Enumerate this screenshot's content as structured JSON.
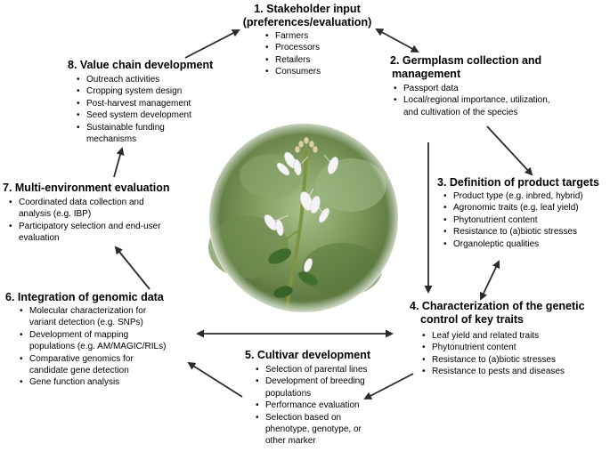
{
  "steps": [
    {
      "title_lines": [
        "1. Stakeholder input",
        "(preferences/evaluation)"
      ],
      "items": [
        "Farmers",
        "Processors",
        "Retailers",
        "Consumers"
      ]
    },
    {
      "title_lines": [
        "2. Germplasm collection and",
        "management"
      ],
      "items": [
        "Passport data",
        "Local/regional importance, utilization, and cultivation of the species"
      ]
    },
    {
      "title_lines": [
        "3. Definition of product targets"
      ],
      "items": [
        "Product type (e.g. inbred, hybrid)",
        "Agronomic traits (e.g. leaf yield)",
        "Phytonutrient content",
        "Resistance to (a)biotic stresses",
        "Organoleptic qualities"
      ]
    },
    {
      "title_lines": [
        "4. Characterization of the genetic",
        "control of key traits"
      ],
      "items": [
        "Leaf yield and related traits",
        "Phytonutrient content",
        "Resistance to (a)biotic stresses",
        "Resistance to pests and diseases"
      ]
    },
    {
      "title_lines": [
        "5. Cultivar development"
      ],
      "items": [
        "Selection of parental lines",
        "Development of breeding populations",
        "Performance evaluation",
        "Selection based on phenotype, genotype, or other marker"
      ]
    },
    {
      "title_lines": [
        "6. Integration of genomic data"
      ],
      "items": [
        "Molecular characterization for variant detection (e.g. SNPs)",
        "Development of mapping populations (e.g. AM/MAGIC/RILs)",
        "Comparative genomics for candidate gene detection",
        "Gene function analysis"
      ]
    },
    {
      "title_lines": [
        "7. Multi-environment evaluation"
      ],
      "items": [
        "Coordinated data collection and analysis (e.g. IBP)",
        "Participatory selection and end-user evaluation"
      ]
    },
    {
      "title_lines": [
        "8. Value chain development"
      ],
      "items": [
        "Outreach activities",
        "Cropping system design",
        "Post-harvest management",
        "Seed system development",
        "Sustainable funding mechanisms"
      ]
    }
  ],
  "colors": {
    "arrow": "#2b2b2b",
    "foliage": "#4a6b34",
    "flower": "#f4f4f4"
  }
}
